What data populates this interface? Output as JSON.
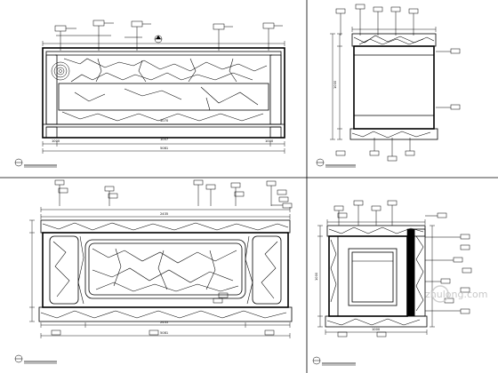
{
  "drawing": {
    "panels": [
      {
        "id": "front-elevation",
        "dimensions": [
          "1000",
          "3070",
          "1000",
          "5081",
          "1007"
        ],
        "title": {
          "number": "",
          "text": ""
        }
      },
      {
        "id": "side-elevation",
        "dimensions": [
          "1000"
        ],
        "title": {
          "number": "",
          "text": ""
        }
      },
      {
        "id": "back-elevation",
        "dimensions": [
          "2435",
          "2435",
          "5081"
        ],
        "title": {
          "number": "",
          "text": ""
        }
      },
      {
        "id": "section",
        "dimensions": [
          "1000",
          "1000"
        ],
        "title": {
          "number": "",
          "text": ""
        }
      }
    ]
  },
  "watermark": {
    "text": "zhulong.com"
  }
}
